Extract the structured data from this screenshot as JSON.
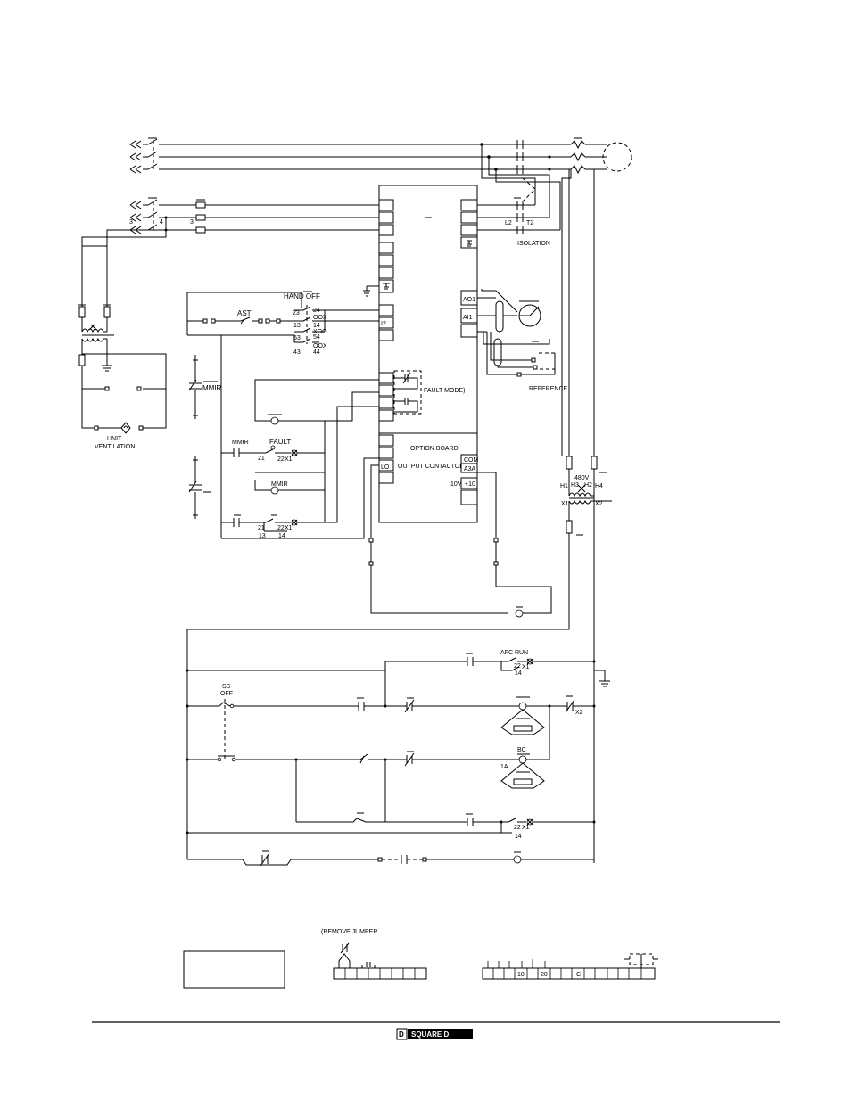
{
  "labels": {
    "isolation": "ISOLATION",
    "l2": "L2",
    "t2": "T2",
    "hand_off": "HAND OFF",
    "ast": "AST",
    "c23": "23",
    "c24": "24",
    "c13": "13",
    "c14": "14",
    "c53": "53",
    "c54": "54",
    "c43": "43",
    "c44": "44",
    "oox": "OOX",
    "xoo": "XOO",
    "oox2": "OOX",
    "i2": "I2",
    "ao1": "AO1",
    "ai1": "AI1",
    "reference": "REFERENCE",
    "fault_mode": "FAULT MODE)",
    "mmir_1": "MMIR",
    "mmir_2": "MMIR",
    "mmir_3": "MMIR",
    "fault": "FAULT",
    "c21": "21",
    "c22": "22",
    "x1": "X1",
    "unit_ventilation_1": "UNIT",
    "unit_ventilation_2": "VENTILATION",
    "option_board": "OPTION BOARD",
    "output_contactor": "OUTPUT CONTACTOR",
    "lo": "LO",
    "com": "COM",
    "a3a": "A3A",
    "v10": "10V",
    "plus10": "+10",
    "v480": "480V",
    "h1": "H1",
    "h3": "H3",
    "h2": "H2",
    "h4": "H4",
    "x1b": "X1",
    "x2": "X2",
    "n3a": "3",
    "n4": "4",
    "n3b": "3",
    "afc_run": "AFC RUN",
    "ss": "SS",
    "ss_off": "OFF",
    "x2b": "X2",
    "bc": "BC",
    "n1a": "1A",
    "x1c": "X1",
    "x1d": "X1",
    "c22b": "22",
    "c14b": "14",
    "c22c": "22",
    "c14c": "14",
    "c21b": "21",
    "c13b": "13",
    "c22d": "22",
    "c14d": "14",
    "remove_jumper": "(REMOVE JUMPER",
    "tb_18": "18",
    "tb_20": "20",
    "tb_c": "C",
    "brand": "SQUARE D",
    "brand_mark": "D"
  },
  "colors": {
    "ink": "#000000",
    "paper": "#ffffff"
  }
}
